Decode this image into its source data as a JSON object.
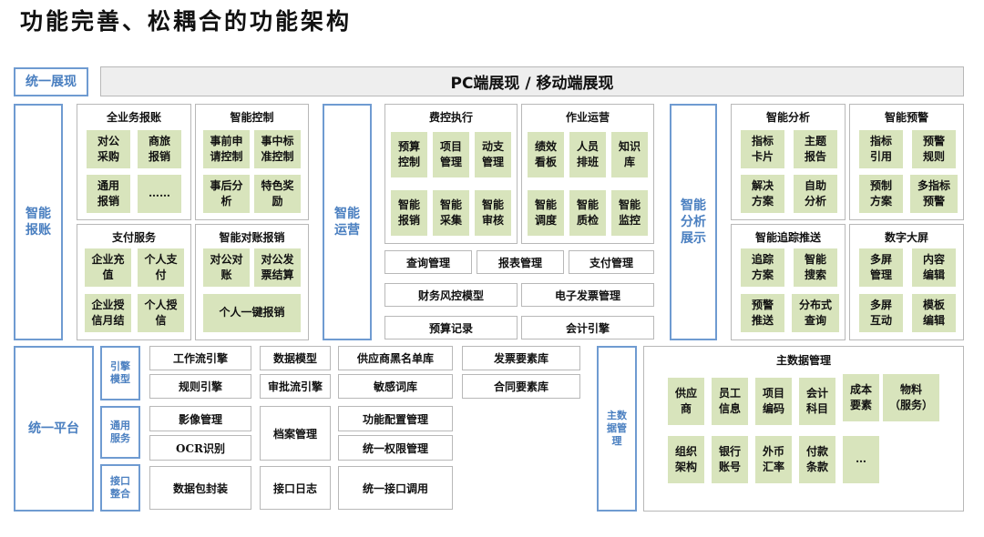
{
  "title": "功能完善、松耦合的功能架构",
  "labels": {
    "unified_display": "统一展现",
    "pc_mobile": "PC端展现 / 移动端展现",
    "smart_reimburse": "智能\n报账",
    "smart_ops": "智能\n运营",
    "smart_analysis": "智能\n分析\n展示",
    "unified_platform": "统一平台",
    "engine_model": "引擎\n模型",
    "common_service": "通用\n服务",
    "interface_integration": "接口\n整合",
    "master_data_label": "主数\n据管\n理"
  },
  "reimburse": {
    "all_business": {
      "title": "全业务报账",
      "items": [
        "对公\n采购",
        "商旅\n报销",
        "通用\n报销",
        "……"
      ]
    },
    "smart_control": {
      "title": "智能控制",
      "items": [
        "事前申\n请控制",
        "事中标\n准控制",
        "事后分\n析",
        "特色奖\n励"
      ]
    },
    "payment": {
      "title": "支付服务",
      "items": [
        "企业充\n值",
        "个人支\n付",
        "企业授\n信月结",
        "个人授\n信"
      ]
    },
    "smart_reconcile": {
      "title": "智能对账报销",
      "items": [
        "对公对\n账",
        "对公发\n票结算",
        "个人一键报销"
      ]
    }
  },
  "ops": {
    "cost_control": {
      "title": "费控执行",
      "items": [
        "预算\n控制",
        "项目\n管理",
        "动支\n管理",
        "智能\n报销",
        "智能\n采集",
        "智能\n审核"
      ]
    },
    "job_ops": {
      "title": "作业运营",
      "items": [
        "绩效\n看板",
        "人员\n排班",
        "知识\n库",
        "智能\n调度",
        "智能\n质检",
        "智能\n监控"
      ]
    },
    "rows": [
      "查询管理",
      "报表管理",
      "支付管理",
      "财务风控模型",
      "电子发票管理",
      "预算记录",
      "会计引擎"
    ]
  },
  "analysis": {
    "smart_analysis": {
      "title": "智能分析",
      "items": [
        "指标\n卡片",
        "主题\n报告",
        "解决\n方案",
        "自助\n分析"
      ]
    },
    "smart_warning": {
      "title": "智能预警",
      "items": [
        "指标\n引用",
        "预警\n规则",
        "预制\n方案",
        "多指标\n预警"
      ]
    },
    "smart_tracking": {
      "title": "智能追踪推送",
      "items": [
        "追踪\n方案",
        "智能\n搜索",
        "预警\n推送",
        "分布式\n查询"
      ]
    },
    "digital_screen": {
      "title": "数字大屏",
      "items": [
        "多屏\n管理",
        "内容\n编辑",
        "多屏\n互动",
        "模板\n编辑"
      ]
    }
  },
  "platform": {
    "engine": [
      "工作流引擎",
      "数据模型",
      "供应商黑名单库",
      "发票要素库",
      "规则引擎",
      "审批流引擎",
      "敏感词库",
      "合同要素库"
    ],
    "service": [
      "影像管理",
      "OCR识别",
      "档案管理",
      "功能配置管理",
      "统一权限管理"
    ],
    "interface": [
      "数据包封装",
      "接口日志",
      "统一接口调用"
    ]
  },
  "master_data": {
    "title": "主数据管理",
    "items": [
      "供应\n商",
      "员工\n信息",
      "项目\n编码",
      "会计\n科目",
      "成本\n要素",
      "物料\n（服务）",
      "组织\n架构",
      "银行\n账号",
      "外币\n汇率",
      "付款\n条款",
      "…"
    ]
  }
}
